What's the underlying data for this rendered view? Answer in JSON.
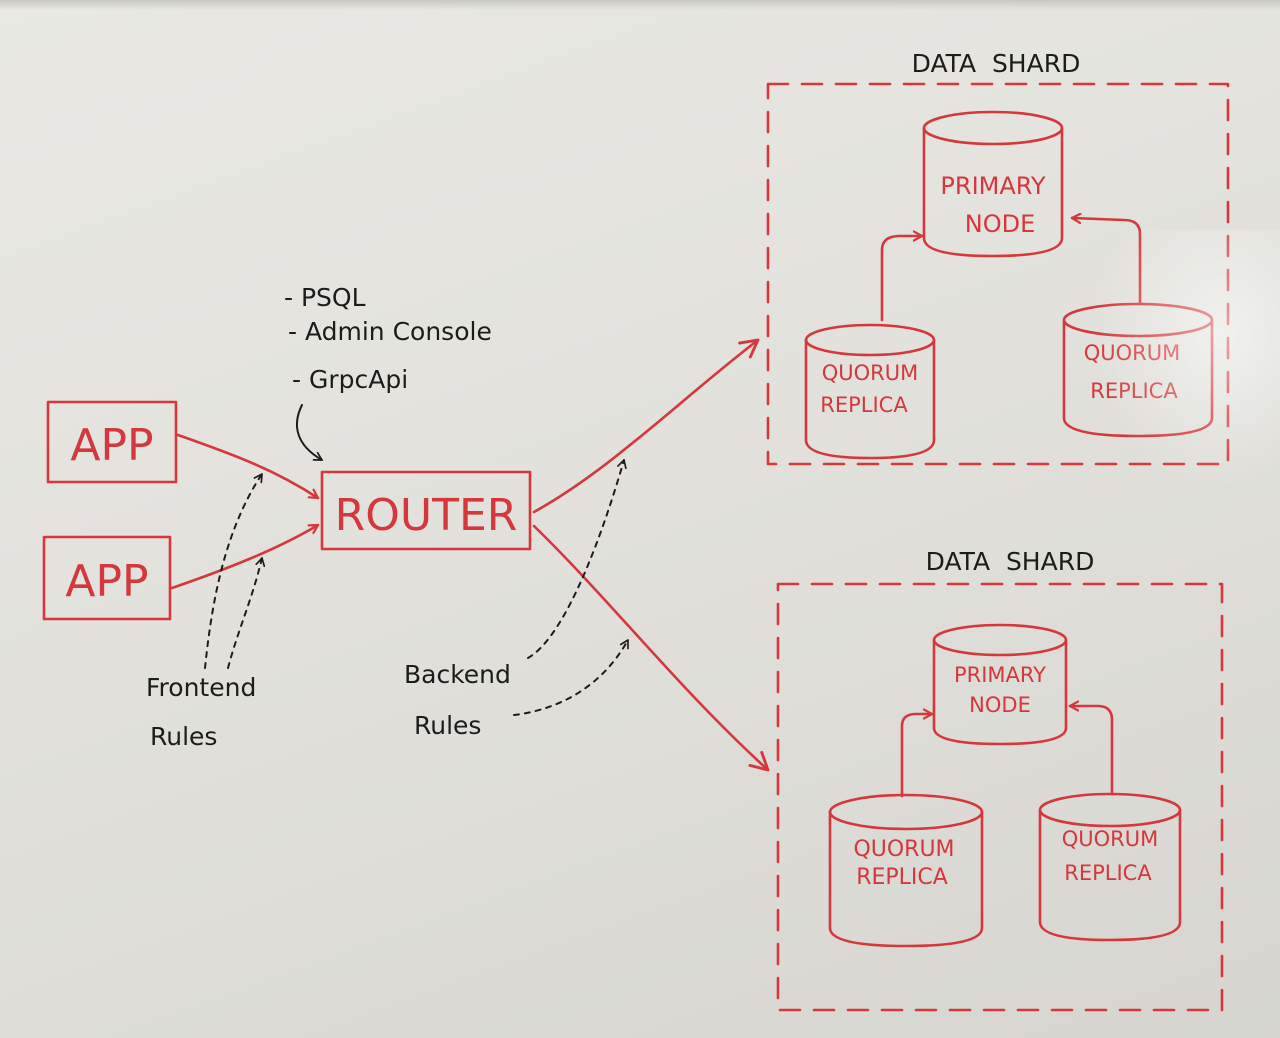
{
  "apps": [
    "APP",
    "APP"
  ],
  "router": "ROUTER",
  "protocols": [
    "- PSQL",
    "- Admin Console",
    "- GrpcApi"
  ],
  "frontend_rules": [
    "Frontend",
    "Rules"
  ],
  "backend_rules": [
    "Backend",
    "Rules"
  ],
  "shards": [
    {
      "title": "DATA  SHARD",
      "primary": [
        "PRIMARY",
        "NODE"
      ],
      "replicas": [
        [
          "QUORUM",
          "REPLICA"
        ],
        [
          "QUORUM",
          "REPLICA"
        ]
      ]
    },
    {
      "title": "DATA  SHARD",
      "primary": [
        "PRIMARY",
        "NODE"
      ],
      "replicas": [
        [
          "QUORUM",
          "REPLICA"
        ],
        [
          "QUORUM",
          "REPLICA"
        ]
      ]
    }
  ],
  "colors": {
    "marker_red": "#d4373c",
    "marker_black": "#1c1c1c"
  }
}
